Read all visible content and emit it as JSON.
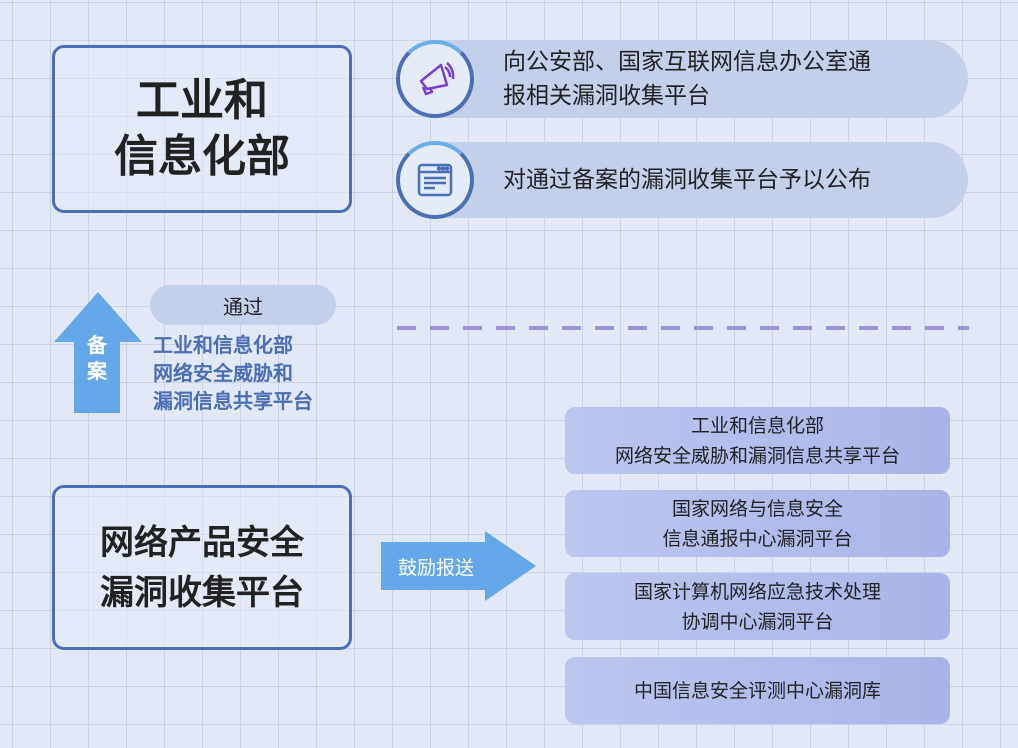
{
  "ministry_box": {
    "lines": [
      "工业和",
      "信息化部"
    ]
  },
  "actions": [
    {
      "icon": "megaphone-icon",
      "lines": [
        "向公安部、国家互联网信息办公室通",
        "报相关漏洞收集平台"
      ]
    },
    {
      "icon": "web-page-icon",
      "lines": [
        "对通过备案的漏洞收集平台予以公布"
      ]
    }
  ],
  "filing": {
    "arrow_label": [
      "备",
      "案"
    ],
    "via_label": "通过",
    "platform_lines": [
      "工业和信息化部",
      "网络安全威胁和",
      "漏洞信息共享平台"
    ]
  },
  "collection_box": {
    "lines": [
      "网络产品安全",
      "漏洞收集平台"
    ]
  },
  "report_arrow": {
    "label": "鼓励报送"
  },
  "targets": [
    {
      "lines": [
        "工业和信息化部",
        "网络安全威胁和漏洞信息共享平台"
      ]
    },
    {
      "lines": [
        "国家网络与信息安全",
        "信息通报中心漏洞平台"
      ]
    },
    {
      "lines": [
        "国家计算机网络应急技术处理",
        "协调中心漏洞平台"
      ]
    },
    {
      "lines": [
        "中国信息安全评测中心漏洞库"
      ]
    }
  ],
  "colors": {
    "border": "#4a6fb5",
    "arrow": "#64a8ea",
    "dash": "#9d93d6"
  }
}
